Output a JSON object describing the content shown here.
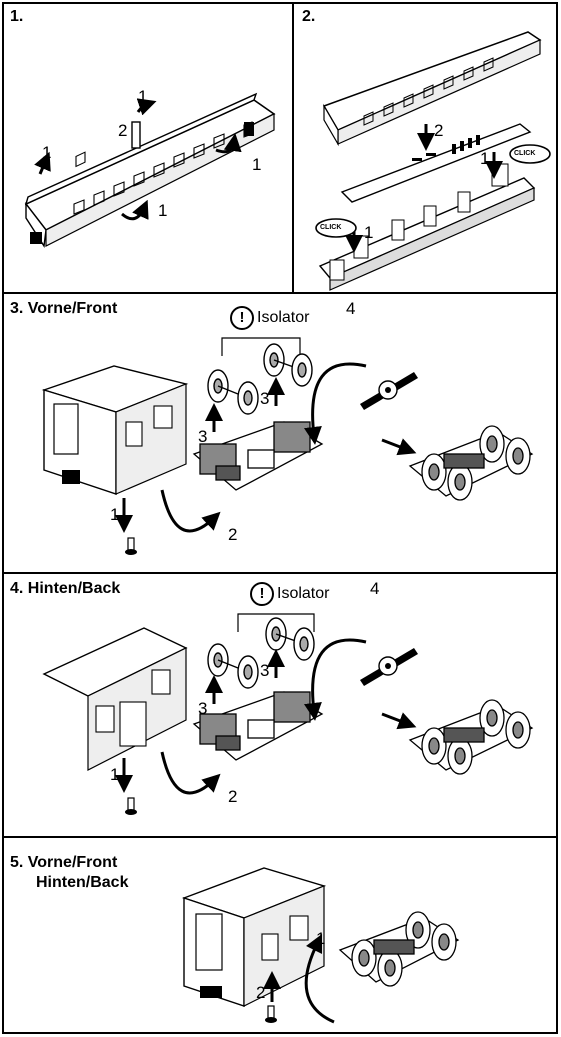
{
  "steps": {
    "s1": {
      "title": "1.",
      "labels": [
        "1",
        "1",
        "2",
        "1",
        "1"
      ]
    },
    "s2": {
      "title": "2.",
      "labels": [
        "2",
        "1",
        "1"
      ],
      "click": [
        "CLICK",
        "CLICK"
      ]
    },
    "s3": {
      "title": "3. Vorne/Front",
      "isolator": "Isolator",
      "labels": [
        "4",
        "3",
        "3",
        "1",
        "2"
      ]
    },
    "s4": {
      "title": "4. Hinten/Back",
      "isolator": "Isolator",
      "labels": [
        "4",
        "3",
        "3",
        "1",
        "2"
      ]
    },
    "s5": {
      "title_line1": "5. Vorne/Front",
      "title_line2": "Hinten/Back",
      "labels": [
        "1",
        "2"
      ]
    },
    "warning_symbol": "!"
  },
  "icons": [
    "railcar",
    "bogie",
    "wheelset",
    "screw",
    "arrow",
    "contact-plate"
  ]
}
